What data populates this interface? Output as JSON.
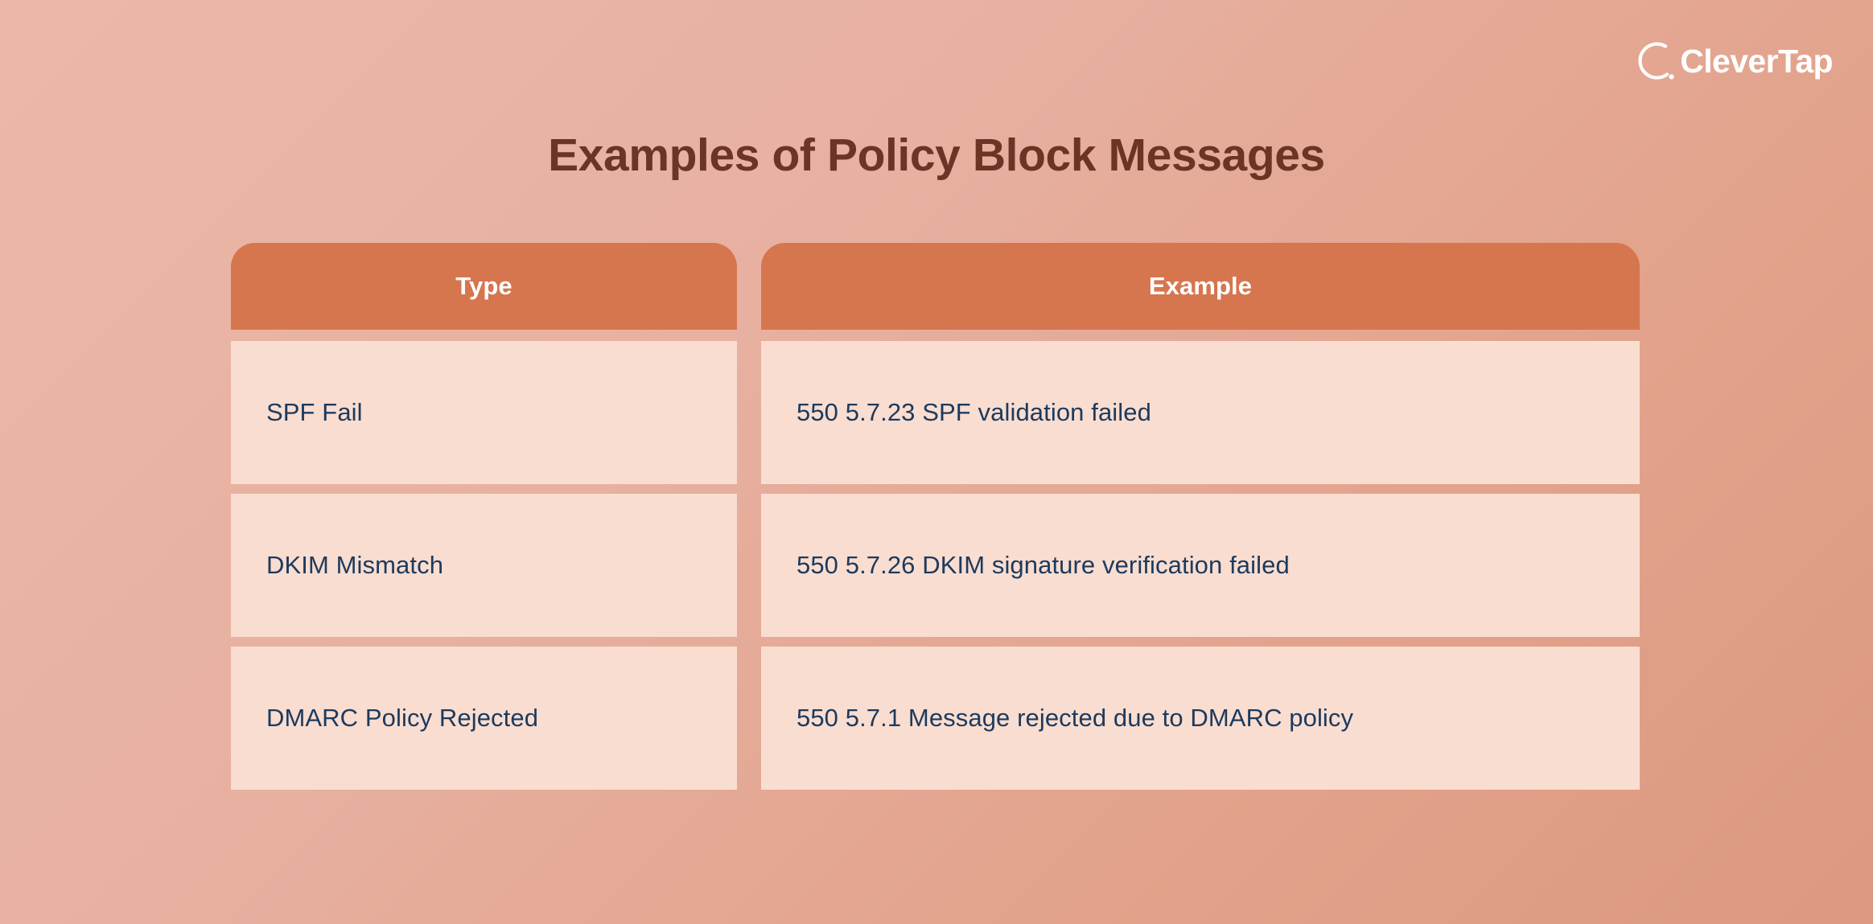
{
  "brand": {
    "name": "CleverTap",
    "logo_icon": "clevertap-arc-logo",
    "logo_color": "#FFFFFF"
  },
  "page": {
    "title": "Examples of Policy Block Messages",
    "title_color": "#6B3526",
    "background_from": "#EBB8A8",
    "background_to": "#DD9880"
  },
  "table": {
    "header_bg": "#D6764F",
    "header_text_color": "#FFFFFF",
    "cell_bg": "#F9DDD0",
    "cell_text_color": "#1C3A5E",
    "columns": [
      "Type",
      "Example"
    ],
    "rows": [
      {
        "type": "SPF Fail",
        "example": "550 5.7.23 SPF validation failed"
      },
      {
        "type": "DKIM Mismatch",
        "example": "550 5.7.26 DKIM signature verification failed"
      },
      {
        "type": "DMARC Policy Rejected",
        "example": "550 5.7.1 Message rejected due to DMARC policy"
      }
    ]
  }
}
